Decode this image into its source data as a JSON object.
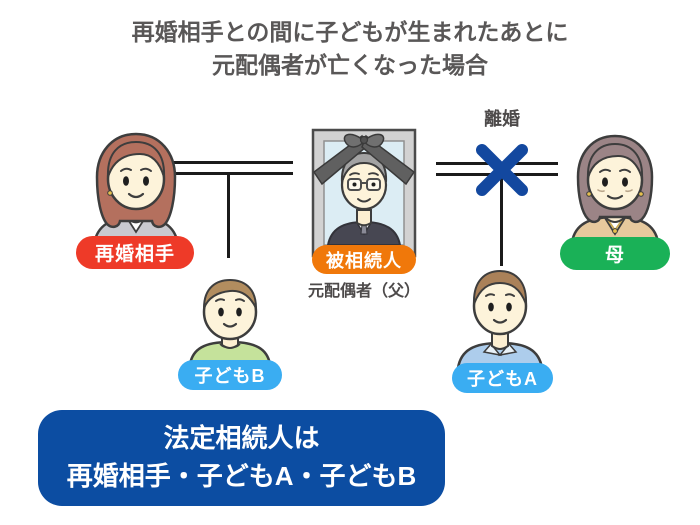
{
  "title": {
    "line1": "再婚相手との間に子どもが生まれたあとに",
    "line2": "元配偶者が亡くなった場合"
  },
  "diagram": {
    "divorce_label": "離婚",
    "divorce_mark_color": "#13489f",
    "persons": {
      "remarriage_partner": {
        "label": "再婚相手",
        "badge_color": "#ee3a28"
      },
      "decedent": {
        "label": "被相続人",
        "sub_label": "元配偶者（父）",
        "badge_color": "#f0780a"
      },
      "mother": {
        "label": "母",
        "badge_color": "#1ab157"
      },
      "child_b": {
        "label": "子どもB",
        "badge_color": "#3aadf2"
      },
      "child_a": {
        "label": "子どもA",
        "badge_color": "#3aadf2"
      }
    }
  },
  "result_box": {
    "line1": "法定相続人は",
    "line2": "再婚相手・子どもA・子どもB",
    "bg_color": "#0c4da2",
    "text_color": "#ffffff"
  }
}
